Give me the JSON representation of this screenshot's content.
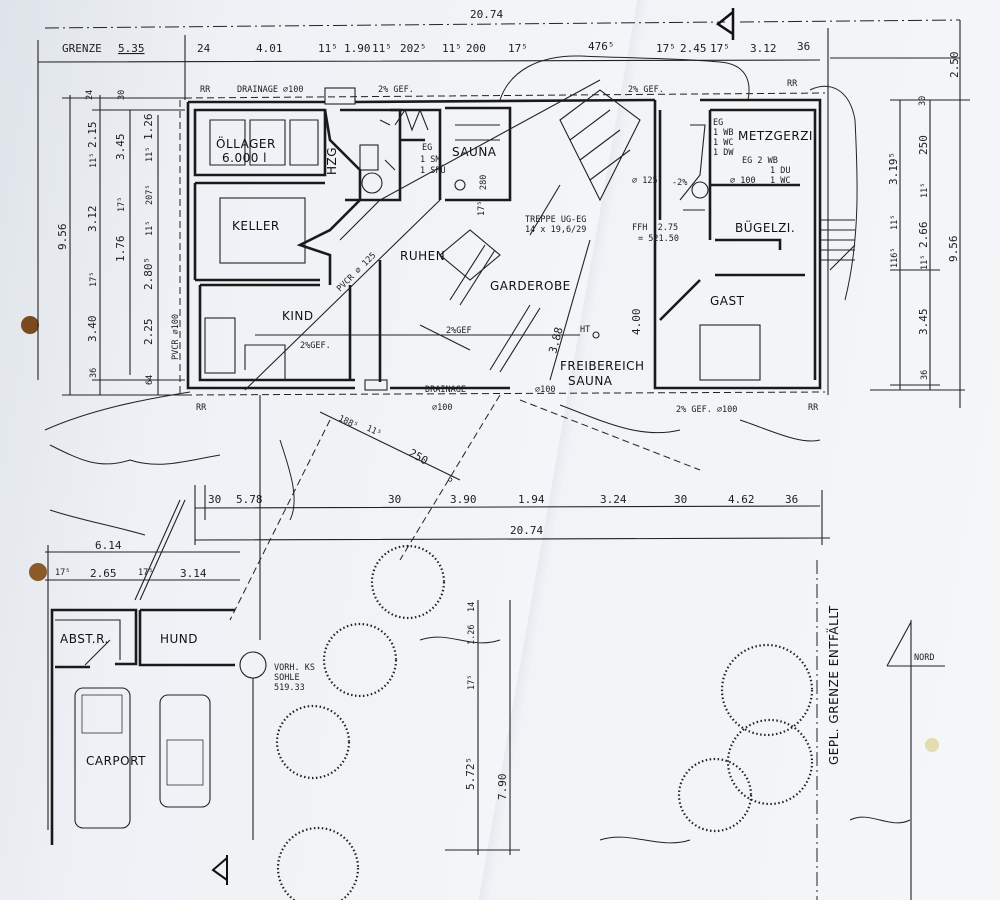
{
  "header": {
    "grenze_label": "GRENZE",
    "grenze_value": "5.35",
    "total_width": "20.74"
  },
  "top_dims": [
    "24",
    "4.01",
    "11⁵",
    "1.90",
    "11⁵",
    "202⁵",
    "11⁵",
    "200",
    "17⁵",
    "476⁵",
    "17⁵",
    "2.45",
    "17⁵",
    "3.12",
    "36"
  ],
  "right_top_dim": "2.50",
  "rooms": {
    "oellager": "ÖLLAGER",
    "oellager_capacity": "6.000 l",
    "keller": "KELLER",
    "kind": "KIND",
    "hzg": "HZG.",
    "sauna": "SAUNA",
    "ruhen": "RUHEN",
    "garderobe": "GARDEROBE",
    "freibereich": "FREIBEREICH",
    "freibereich_sub": "SAUNA",
    "metzgerzi": "METZGERZI.",
    "buegelzi": "BÜGELZI.",
    "gast": "GAST",
    "abstr": "ABST.R.",
    "hund": "HUND",
    "carport": "CARPORT"
  },
  "fixtures": {
    "wc_ug": [
      "EG",
      "1 SM",
      "1 SPÜ"
    ],
    "wc_eg1": [
      "EG",
      "1 WB",
      "1 WC",
      "1 DW"
    ],
    "wc_eg2": [
      "EG 2 WB",
      "1 DU",
      "1 WC"
    ]
  },
  "annotations": {
    "rr": "RR",
    "drainage_top": "DRAINAGE ⌀100",
    "gef_top": "2% GEF.",
    "gef_top_right": "2% GEF.",
    "pvcr_125": "PVCR ⌀ 125",
    "pvcr_100": "PVCR ⌀100",
    "gef_kind": "2%GEF.",
    "gef_mid": "2%GEF",
    "ht": "HT",
    "drainage_bottom": "DRAINAGE",
    "d100_bottom": "⌀100",
    "d100_freibereich": "⌀100",
    "gef_bottom_right": "2% GEF. ⌀100",
    "d125_stair": "⌀ 125",
    "minus2": "-2%",
    "d100_metzger": "⌀ 100",
    "treppe": "TREPPE UG-EG",
    "treppe_spec": "14 x 19,6/29",
    "ffh": "FFH -2.75",
    "ffh_value": "= 521.50",
    "sauna_280": "280",
    "sauna_175": "17⁵",
    "dim_400": "4.00",
    "dim_388": "3.88"
  },
  "left_dims": {
    "total": "9.56",
    "col2": [
      "24",
      "11⁵",
      "2.15",
      "3.12",
      "17⁵",
      "3.40",
      "36"
    ],
    "col3": [
      "30",
      "3.45",
      "17⁵",
      "1.76"
    ],
    "col4": [
      "1.26",
      "11⁵",
      "207⁵",
      "11⁵",
      "2.80⁵",
      "2.25",
      "64"
    ]
  },
  "right_dims": {
    "col1": [
      "30",
      "3.19⁵",
      "11⁵",
      "116⁵"
    ],
    "col2": [
      "250",
      "11⁵",
      "2.66",
      "11⁵",
      "3.45",
      "36"
    ],
    "total": "9.56"
  },
  "diagonal_dims": [
    "188⁵",
    "11⁵",
    "250",
    "6"
  ],
  "bottom_dims": [
    "30",
    "5.78",
    "30",
    "3.90",
    "1.94",
    "3.24",
    "30",
    "4.62",
    "36"
  ],
  "bottom_total": "20.74",
  "garage_dims": [
    "6.14",
    "17⁵",
    "2.65",
    "17⁵",
    "3.14"
  ],
  "manhole": [
    "VORH. KS",
    "SOHLE",
    "519.33"
  ],
  "garden_dims": [
    "14",
    "1.26",
    "17⁵",
    "5.72⁵",
    "7.90"
  ],
  "border_note": "GEPL. GRENZE ENTFÄLLT",
  "north_label": "NORD"
}
